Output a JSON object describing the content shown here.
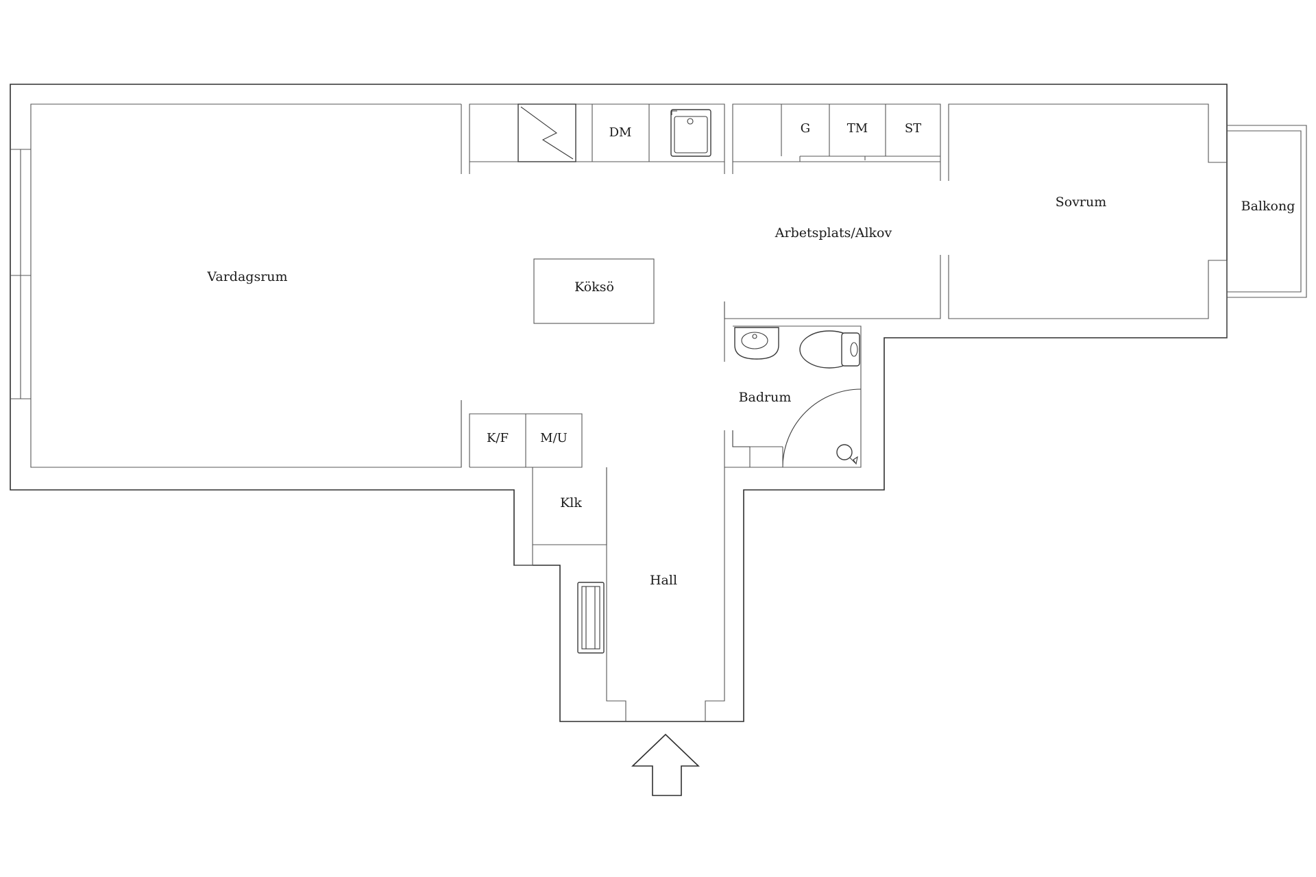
{
  "rooms": {
    "vardagsrum": "Vardagsrum",
    "koksoe": "Köksö",
    "arbetsplats": "Arbetsplats/Alkov",
    "sovrum": "Sovrum",
    "balkong": "Balkong",
    "badrum": "Badrum",
    "hall": "Hall",
    "klk": "Klk"
  },
  "appliances": {
    "dm": "DM",
    "g": "G",
    "tm": "TM",
    "st": "ST",
    "kf": "K/F",
    "mu": "M/U"
  },
  "icons": {
    "entrance": "entrance-arrow-icon",
    "stove": "stove-icon",
    "sink": "kitchen-sink-icon",
    "washbasin": "washbasin-icon",
    "toilet": "toilet-icon",
    "shower": "shower-icon",
    "radiator": "radiator-icon"
  },
  "colors": {
    "line": "#2e2e2e",
    "background": "#ffffff"
  }
}
